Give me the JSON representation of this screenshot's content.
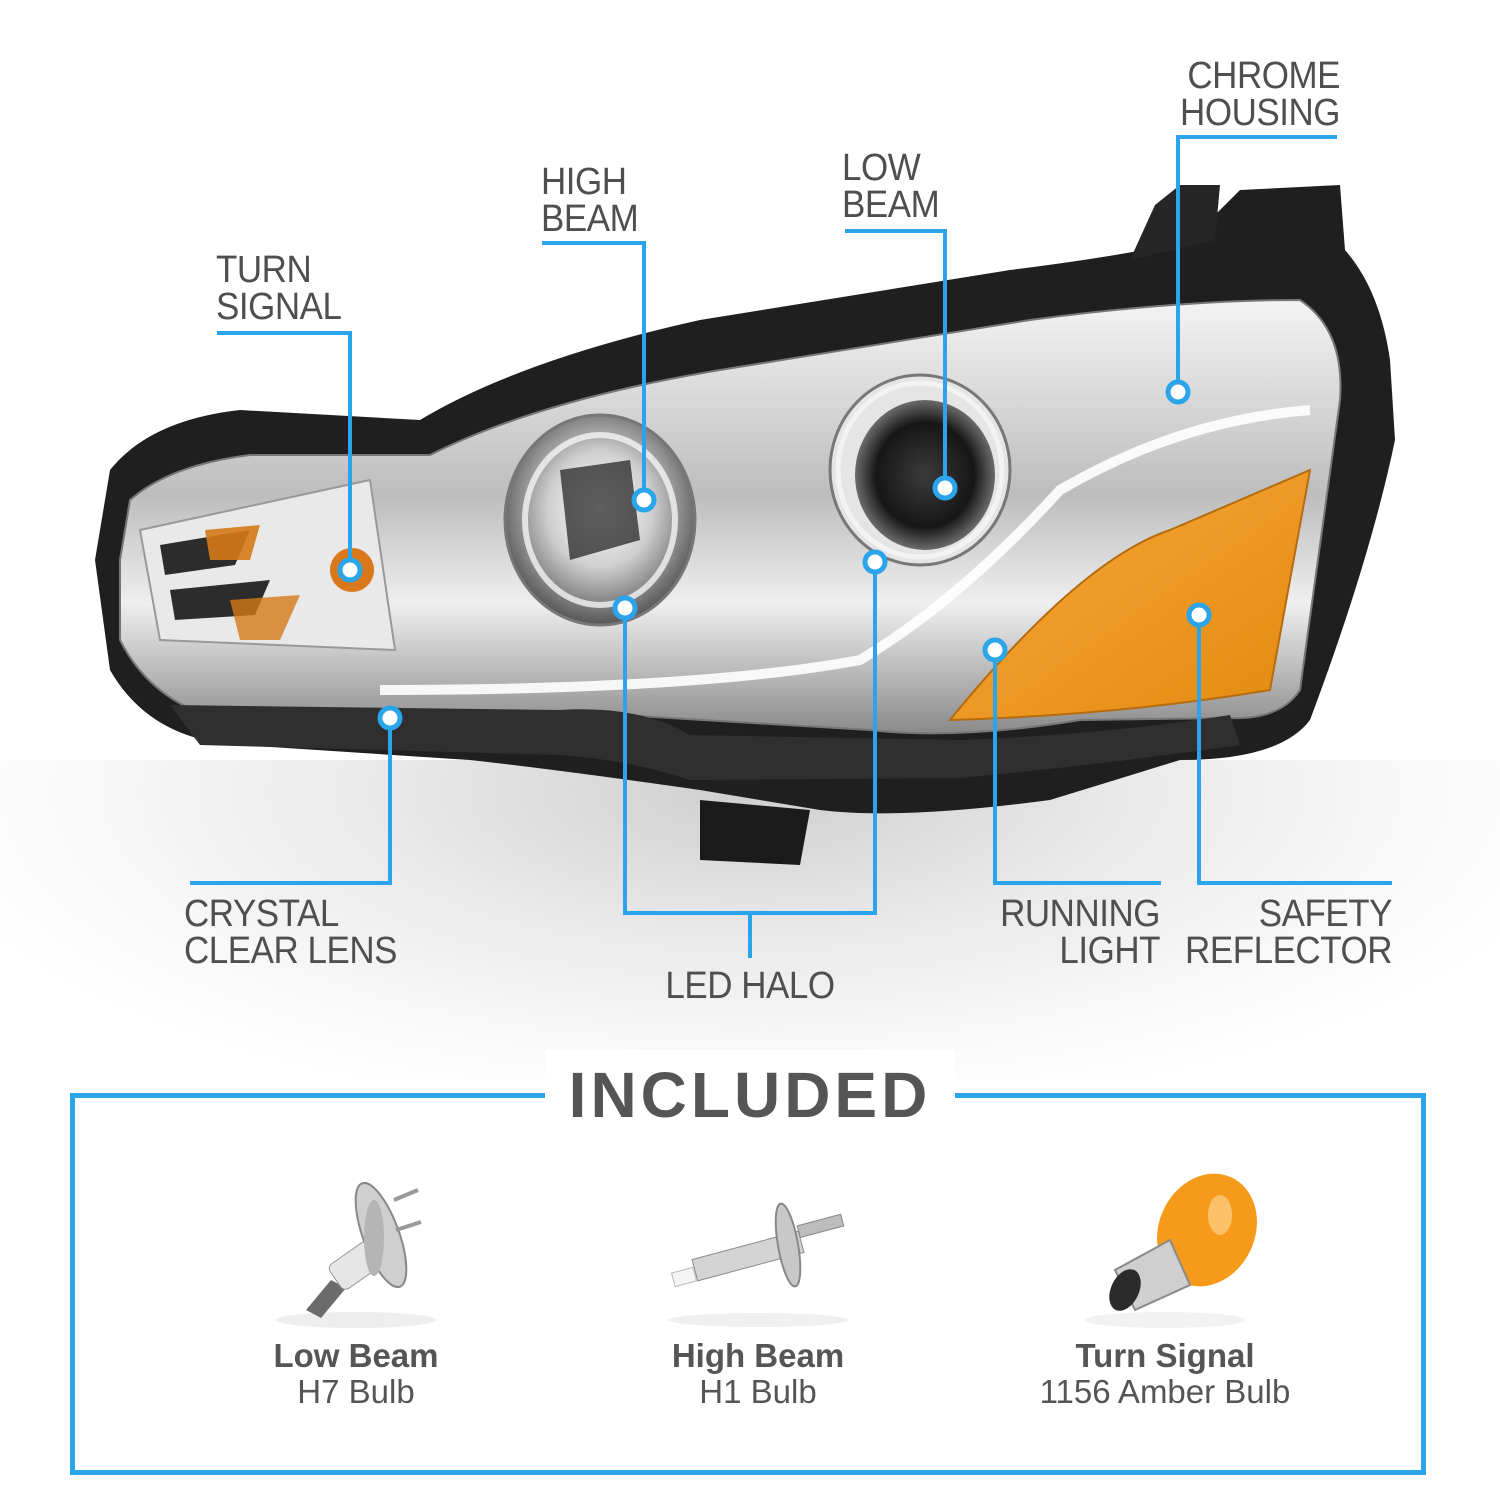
{
  "colors": {
    "accent": "#2aa5ec",
    "text": "#4f4f4f",
    "amber": "#f29b1c",
    "housing": "#1e1e1e",
    "chrome": "#d9d9d9"
  },
  "diagram": {
    "subject": "Projector headlight assembly",
    "callouts": [
      {
        "id": "turn-signal",
        "label": "TURN\nSIGNAL"
      },
      {
        "id": "high-beam",
        "label": "HIGH\nBEAM"
      },
      {
        "id": "low-beam",
        "label": "LOW\nBEAM"
      },
      {
        "id": "chrome-housing",
        "label": "CHROME\nHOUSING"
      },
      {
        "id": "crystal-clear-lens",
        "label": "CRYSTAL\nCLEAR LENS"
      },
      {
        "id": "led-halo",
        "label": "LED HALO"
      },
      {
        "id": "running-light",
        "label": "RUNNING\nLIGHT"
      },
      {
        "id": "safety-reflector",
        "label": "SAFETY\nREFLECTOR"
      }
    ]
  },
  "included": {
    "title": "INCLUDED",
    "items": [
      {
        "name": "Low Beam",
        "spec": "H7 Bulb",
        "icon": "h7-bulb-icon"
      },
      {
        "name": "High Beam",
        "spec": "H1 Bulb",
        "icon": "h1-bulb-icon"
      },
      {
        "name": "Turn Signal",
        "spec": "1156 Amber Bulb",
        "icon": "amber-bulb-icon"
      }
    ]
  }
}
